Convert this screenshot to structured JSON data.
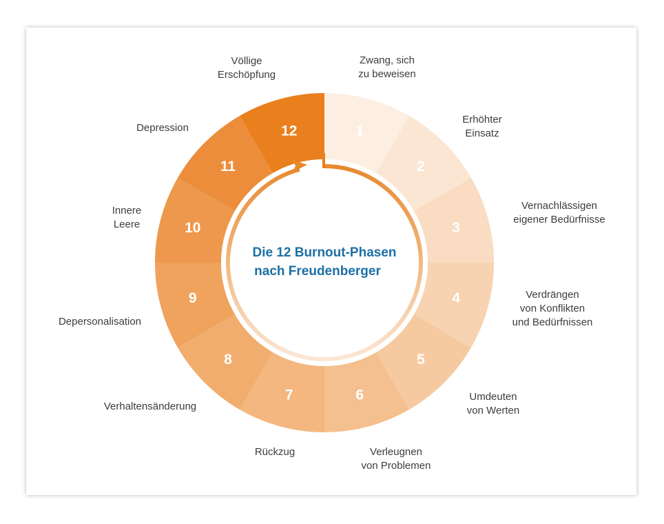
{
  "title": {
    "line1": "Die 12 Burnout-Phasen",
    "line2": "nach Freudenberger"
  },
  "colors": {
    "title": "#1b6fa3",
    "label": "#3c3c3c",
    "arrow": "#e8892f"
  },
  "phases": [
    {
      "number": "1",
      "label": [
        "Zwang, sich",
        "zu beweisen"
      ],
      "color": "#fcefe2"
    },
    {
      "number": "2",
      "label": [
        "Erhöhter",
        "Einsatz"
      ],
      "color": "#fbe6d3"
    },
    {
      "number": "3",
      "label": [
        "Vernachlässigen",
        "eigener Bedürfnisse"
      ],
      "color": "#f9dcc1"
    },
    {
      "number": "4",
      "label": [
        "Verdrängen",
        "von Konflikten",
        "und Bedürfnissen"
      ],
      "color": "#f8d3b1"
    },
    {
      "number": "5",
      "label": [
        "Umdeuten",
        "von Werten"
      ],
      "color": "#f6caa0"
    },
    {
      "number": "6",
      "label": [
        "Verleugnen",
        "von Problemen"
      ],
      "color": "#f4c08f"
    },
    {
      "number": "7",
      "label": [
        "Rückzug"
      ],
      "color": "#f3b77f"
    },
    {
      "number": "8",
      "label": [
        "Verhaltensänderung"
      ],
      "color": "#f1ad6e"
    },
    {
      "number": "9",
      "label": [
        "Depersonalisation"
      ],
      "color": "#efa35d"
    },
    {
      "number": "10",
      "label": [
        "Innere",
        "Leere"
      ],
      "color": "#ed984c"
    },
    {
      "number": "11",
      "label": [
        "Depression"
      ],
      "color": "#eb8d3a"
    },
    {
      "number": "12",
      "label": [
        "Völlige",
        "Erschöpfung"
      ],
      "color": "#e97f1d"
    }
  ]
}
